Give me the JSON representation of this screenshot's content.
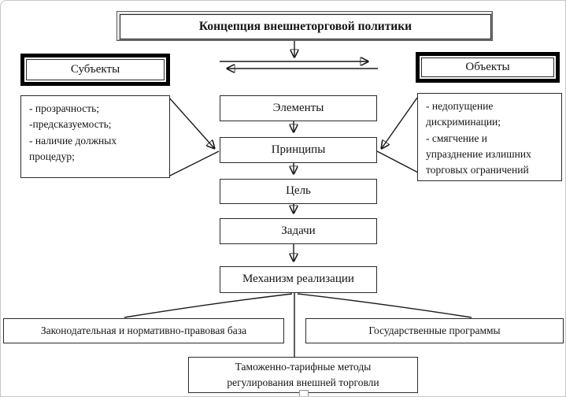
{
  "diagram": {
    "title": "Концепция внешнеторговой политики",
    "subjects_label": "Субъекты",
    "objects_label": "Объекты",
    "left_note": "- прозрачность;\n-предсказуемость;\n- наличие должных\nпроцедур;",
    "right_note": "- недопущение\nдискриминации;\n- смягчение и\nупразднение излишних\nторговых ограничений",
    "flow": {
      "elements": "Элементы",
      "principles": "Принципы",
      "goal": "Цель",
      "tasks": "Задачи",
      "mechanism": "Механизм реализации"
    },
    "bottom": {
      "legal_base": "Законодательная и нормативно-правовая база",
      "state_programs": "Государственные программы",
      "customs_methods": "Таможенно-тарифные методы\nрегулирования внешней торговли"
    },
    "colors": {
      "line": "#1a1a1a",
      "background": "#ffffff"
    }
  }
}
